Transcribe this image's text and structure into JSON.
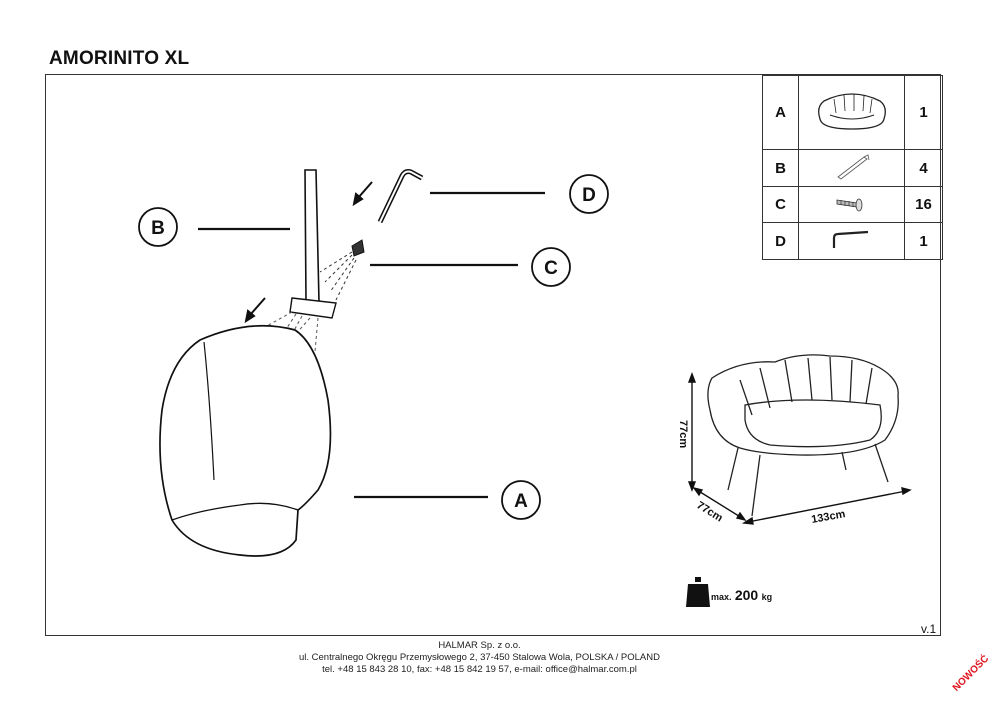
{
  "title": "AMORINITO XL",
  "parts": [
    {
      "letter": "A",
      "icon": "sofa-icon",
      "qty": "1"
    },
    {
      "letter": "B",
      "icon": "leg-icon",
      "qty": "4"
    },
    {
      "letter": "C",
      "icon": "screw-icon",
      "qty": "16"
    },
    {
      "letter": "D",
      "icon": "allen-key-icon",
      "qty": "1"
    }
  ],
  "callouts": {
    "a": "A",
    "b": "B",
    "c": "C",
    "d": "D"
  },
  "dimensions": {
    "height": "77cm",
    "depth": "77cm",
    "width": "133cm"
  },
  "max_load": {
    "prefix": "max.",
    "value": "200",
    "unit": "kg"
  },
  "version": "v.1",
  "footer": {
    "company": "HALMAR Sp. z o.o.",
    "address": "ul. Centralnego Okręgu Przemysłowego 2, 37-450 Stalowa Wola, POLSKA / POLAND",
    "contact": "tel. +48 15 843 28 10, fax: +48 15 842 19 57, e-mail: office@halmar.com.pl"
  },
  "stamp": "NOWOŚĆ"
}
